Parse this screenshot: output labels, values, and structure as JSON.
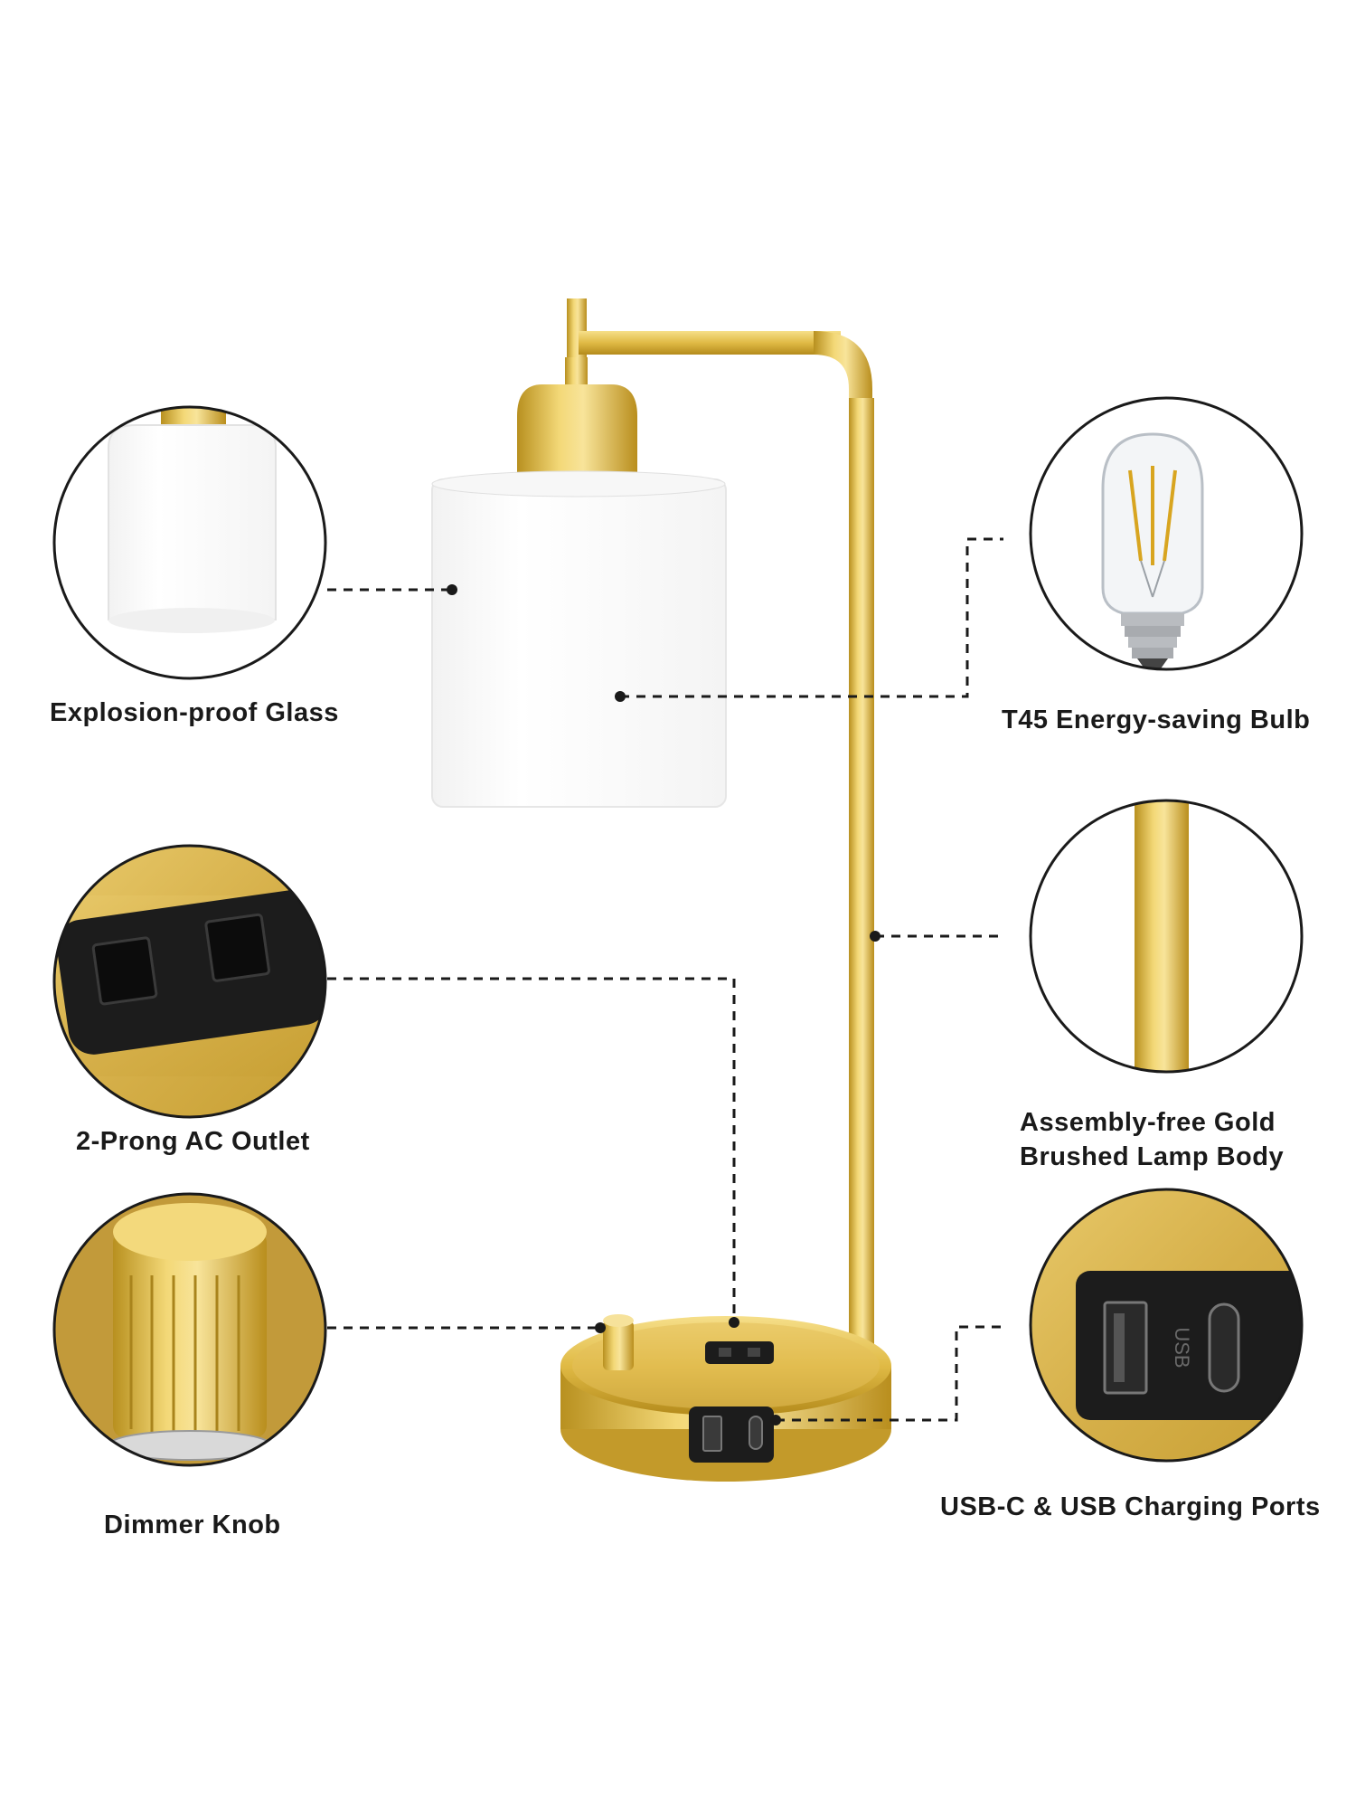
{
  "features": {
    "glass": {
      "label": "Explosion-proof Glass",
      "icon": "glass-shade-icon"
    },
    "bulb": {
      "label": "T45 Energy-saving Bulb",
      "icon": "led-bulb-icon"
    },
    "outlet": {
      "label": "2-Prong AC Outlet",
      "icon": "ac-outlet-icon"
    },
    "body": {
      "label_line1": "Assembly-free Gold",
      "label_line2": "Brushed Lamp Body",
      "icon": "gold-pole-icon"
    },
    "knob": {
      "label": "Dimmer Knob",
      "icon": "dimmer-knob-icon"
    },
    "usb": {
      "label": "USB-C & USB Charging Ports",
      "icon": "usb-ports-icon",
      "port_text": "USB"
    }
  },
  "colors": {
    "gold": "#d9b23a",
    "gold_dark": "#a9841c",
    "gold_light": "#f5dc7a",
    "ink": "#1a1a1a",
    "port_black": "#1c1c1c",
    "shade_white": "#ffffff"
  }
}
